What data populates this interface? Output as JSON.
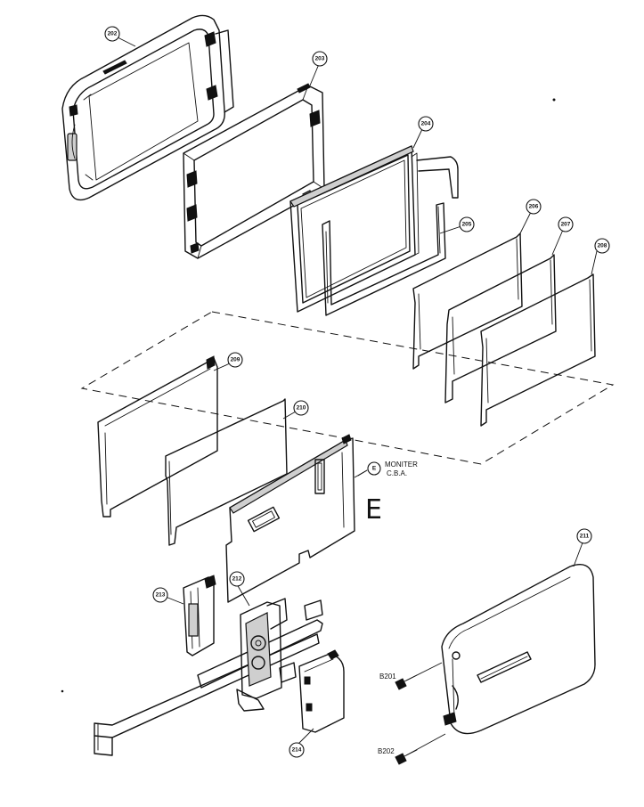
{
  "callouts": [
    "202",
    "203",
    "204",
    "205",
    "206",
    "207",
    "208",
    "209",
    "210",
    "211",
    "212",
    "213",
    "214"
  ],
  "connector_label": {
    "letter": "E",
    "line1": "MONITER",
    "line2": "C.B.A."
  },
  "screws": [
    "B201",
    "B202"
  ],
  "handwritten_mark": "E"
}
